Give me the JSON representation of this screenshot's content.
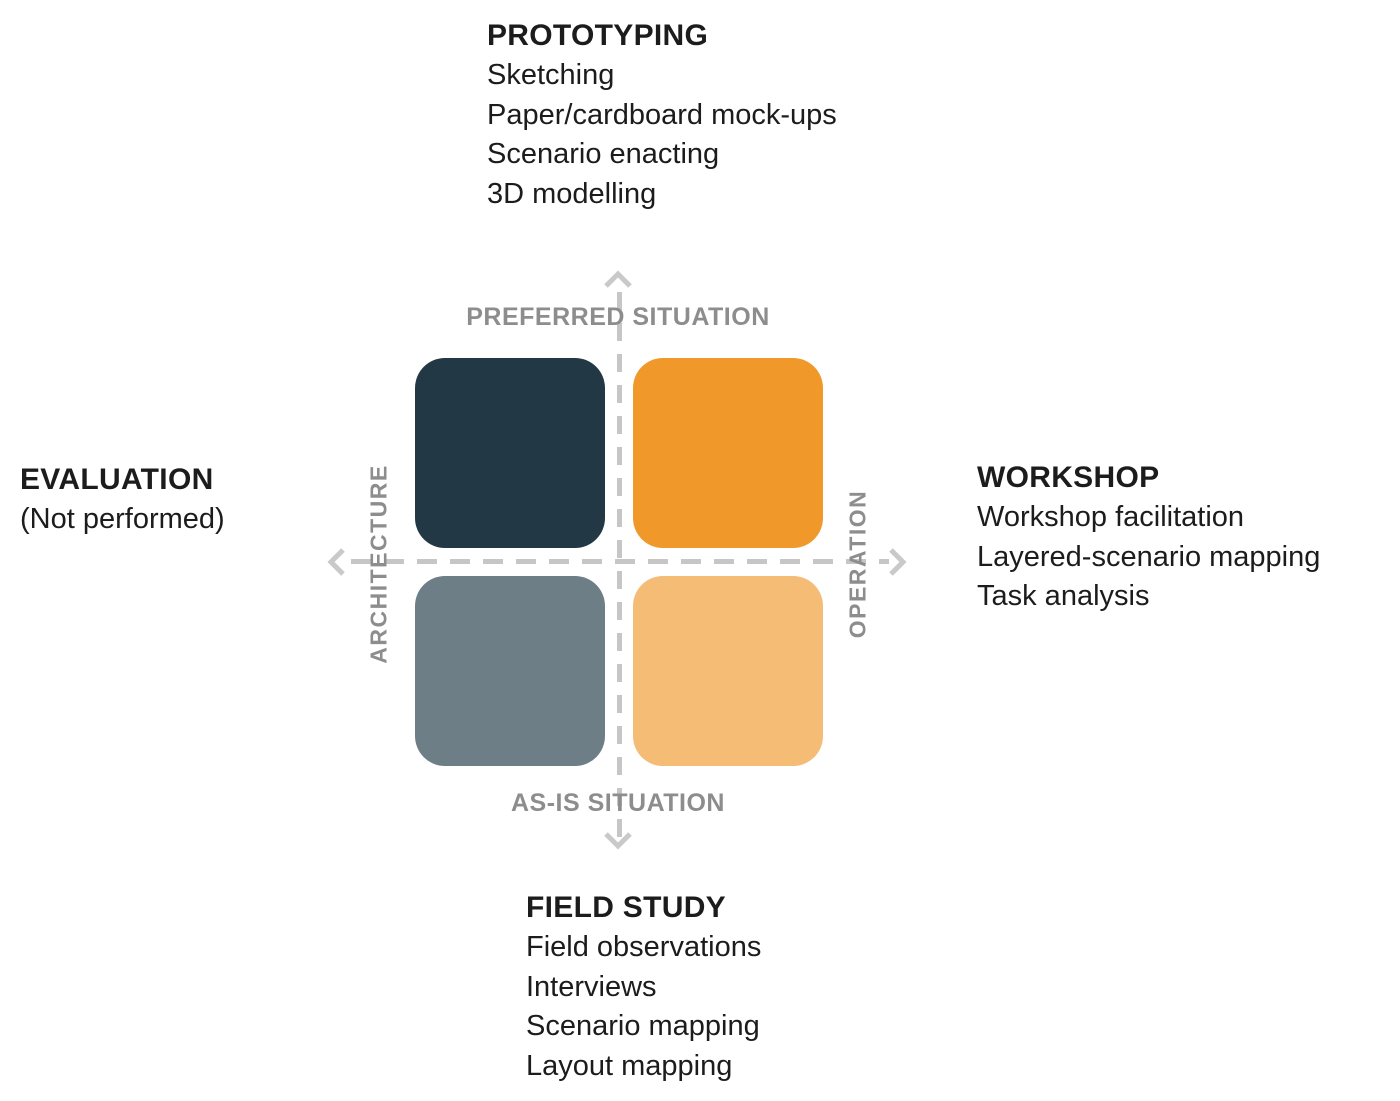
{
  "quadrant_chart": {
    "top_label": "PREFERRED SITUATION",
    "bottom_label": "AS-IS SITUATION",
    "left_label": "ARCHITECTURE",
    "right_label": "OPERATION",
    "axis_line_color": "#c6c6c6",
    "arrow_color": "#c9c9c9",
    "axis_label_color": "#8d8d8d",
    "quadrants": [
      {
        "position": "top-left",
        "color": "#233845"
      },
      {
        "position": "top-right",
        "color": "#f0992a"
      },
      {
        "position": "bottom-left",
        "color": "#6e7e87"
      },
      {
        "position": "bottom-right",
        "color": "#f4bc74"
      }
    ]
  },
  "annotations": {
    "top": {
      "title": "PROTOTYPING",
      "items": [
        "Sketching",
        "Paper/cardboard mock-ups",
        "Scenario enacting",
        "3D modelling"
      ]
    },
    "left": {
      "title": "EVALUATION",
      "items": [
        "(Not performed)"
      ]
    },
    "right": {
      "title": "WORKSHOP",
      "items": [
        "Workshop facilitation",
        "Layered-scenario mapping",
        "Task analysis"
      ]
    },
    "bottom": {
      "title": "FIELD STUDY",
      "items": [
        "Field observations",
        "Interviews",
        "Scenario mapping",
        "Layout mapping"
      ]
    }
  }
}
